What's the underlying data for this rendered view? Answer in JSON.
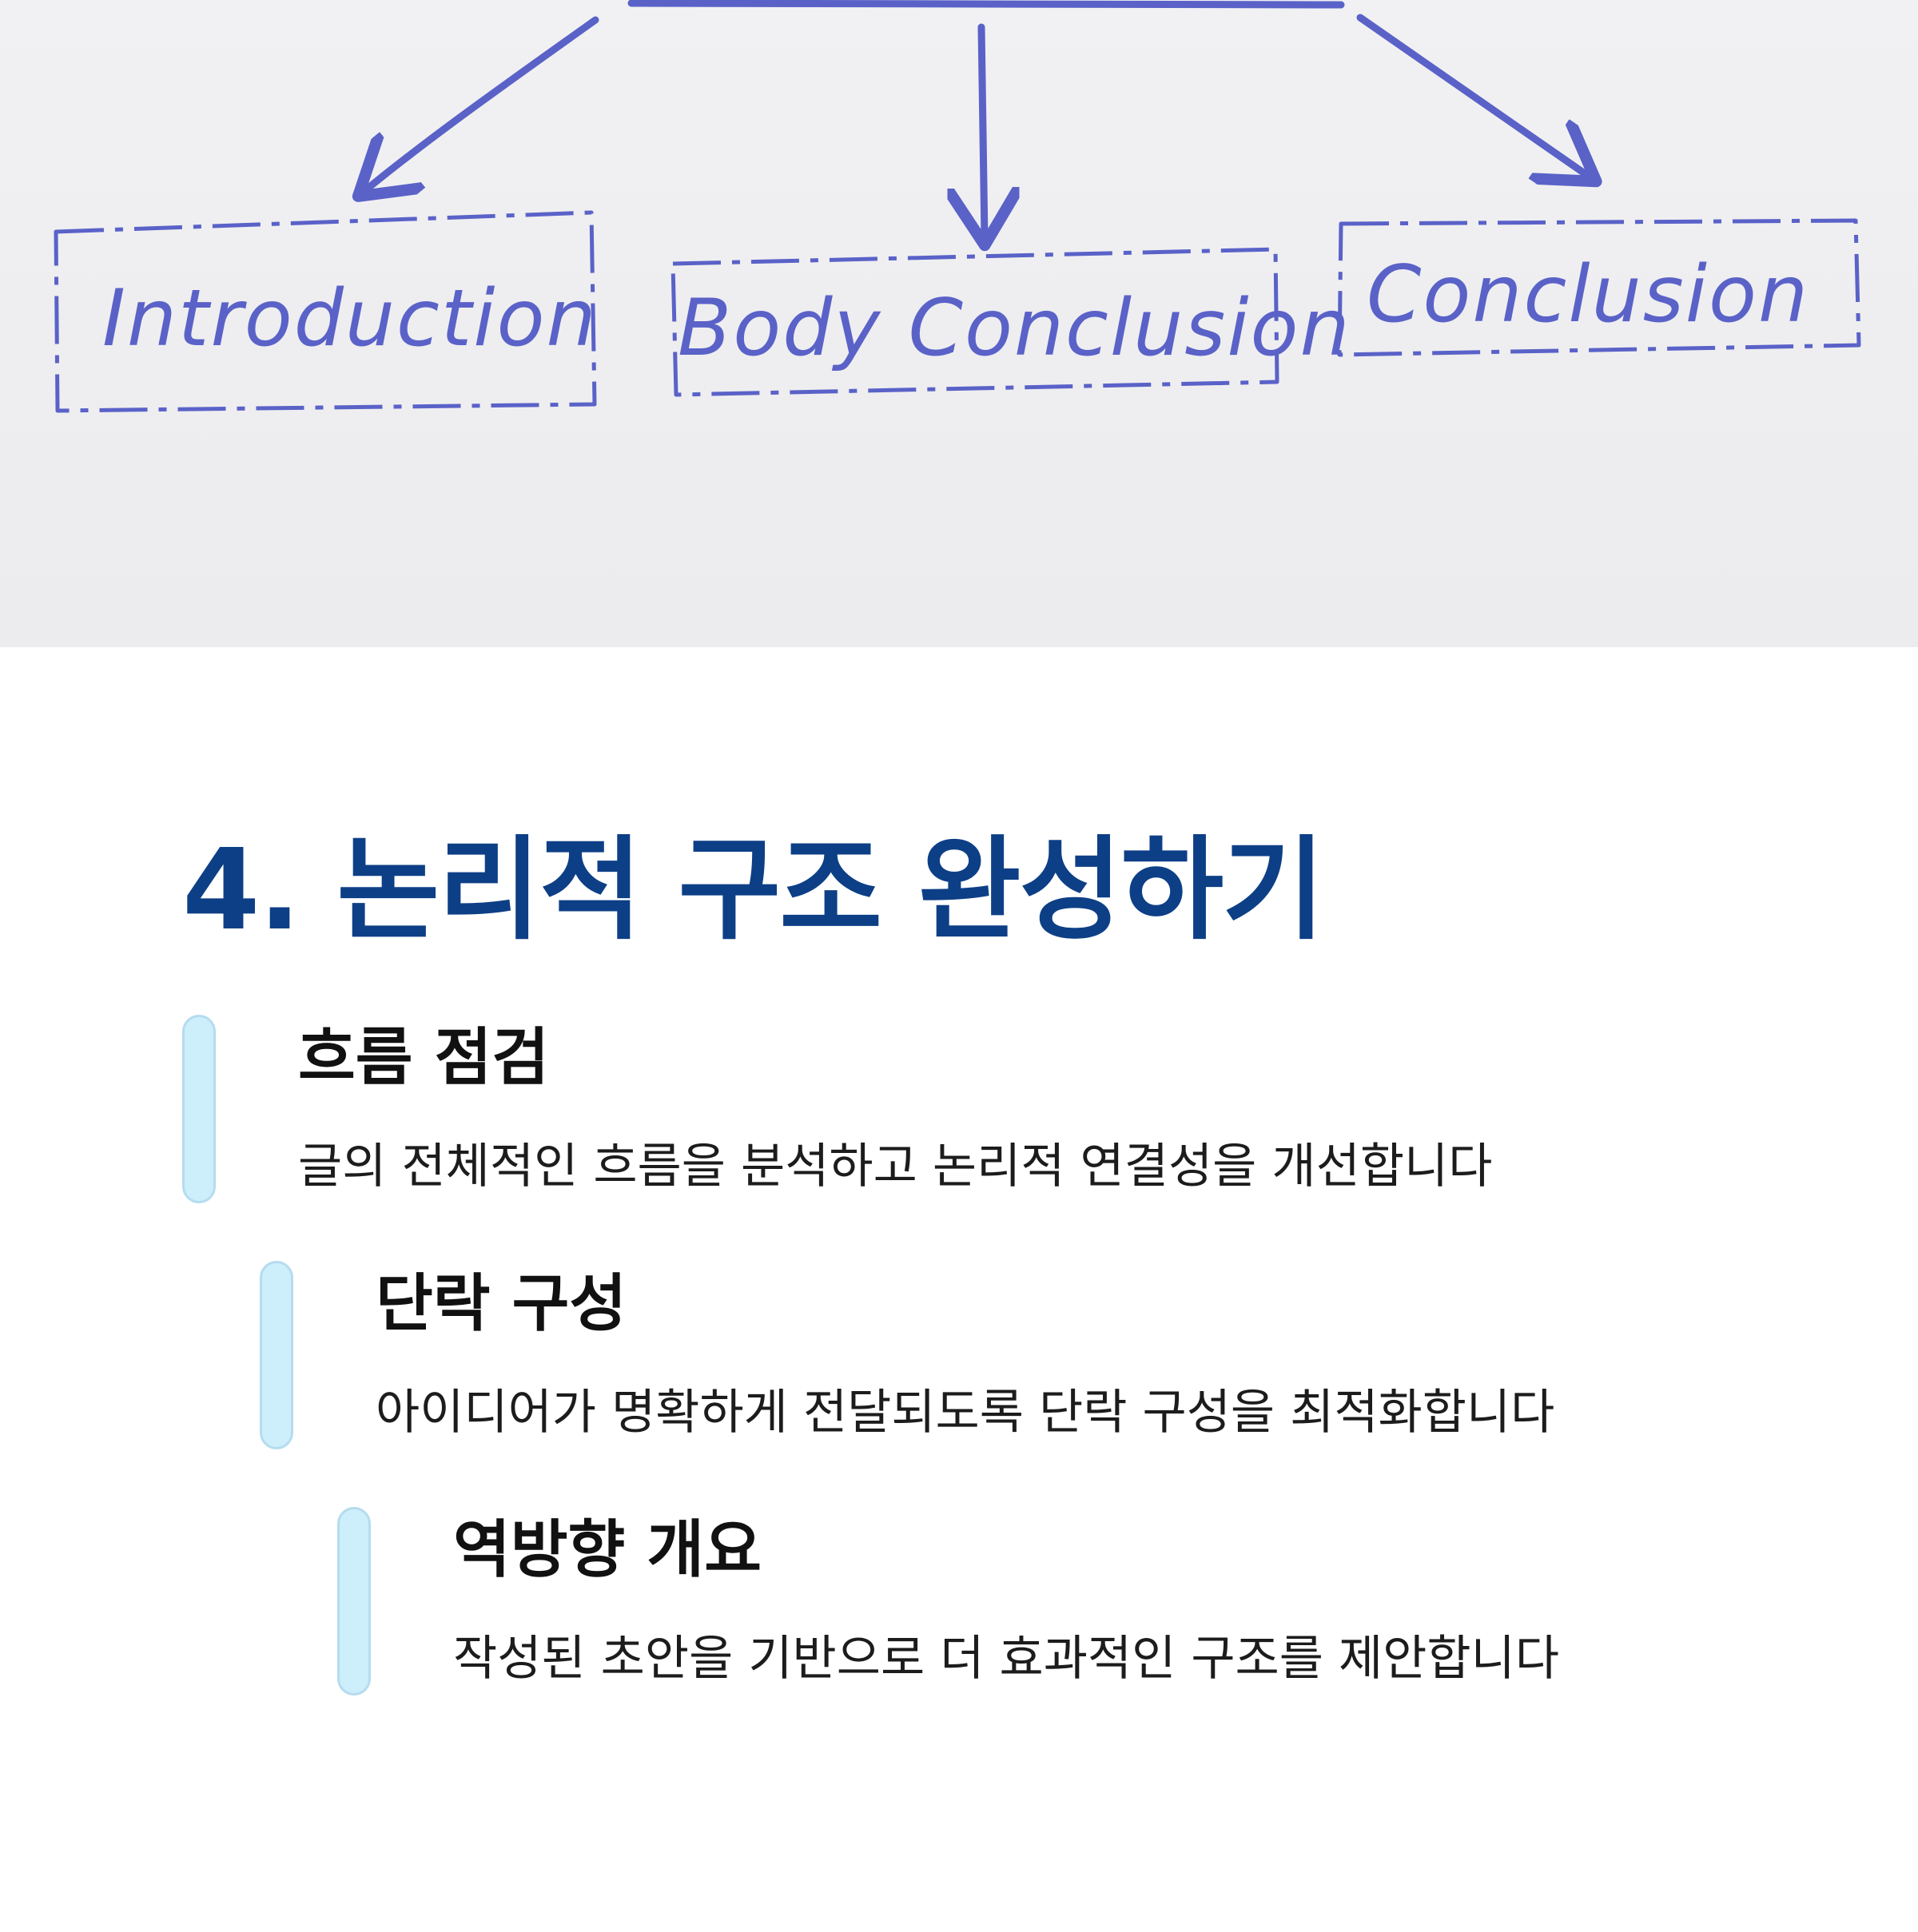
{
  "whiteboard": {
    "boxes": [
      {
        "label": "Introduction"
      },
      {
        "label": "Body Conclusion"
      },
      {
        "label": "Conclusion"
      }
    ],
    "ink_color": "#5a62c8"
  },
  "slide": {
    "title": "4. 논리적 구조 완성하기",
    "title_color": "#0d3f86",
    "accent_bar_color": "#cdeefb",
    "steps": [
      {
        "heading": "흐름 점검",
        "description": "글의 전체적인 흐름을 분석하고 논리적 연결성을 개선합니다"
      },
      {
        "heading": "단락 구성",
        "description": "아이디어가 명확하게 전달되도록 단락 구성을 최적화합니다"
      },
      {
        "heading": "역방향 개요",
        "description": "작성된 초안을 기반으로 더 효과적인 구조를 제안합니다"
      }
    ]
  }
}
